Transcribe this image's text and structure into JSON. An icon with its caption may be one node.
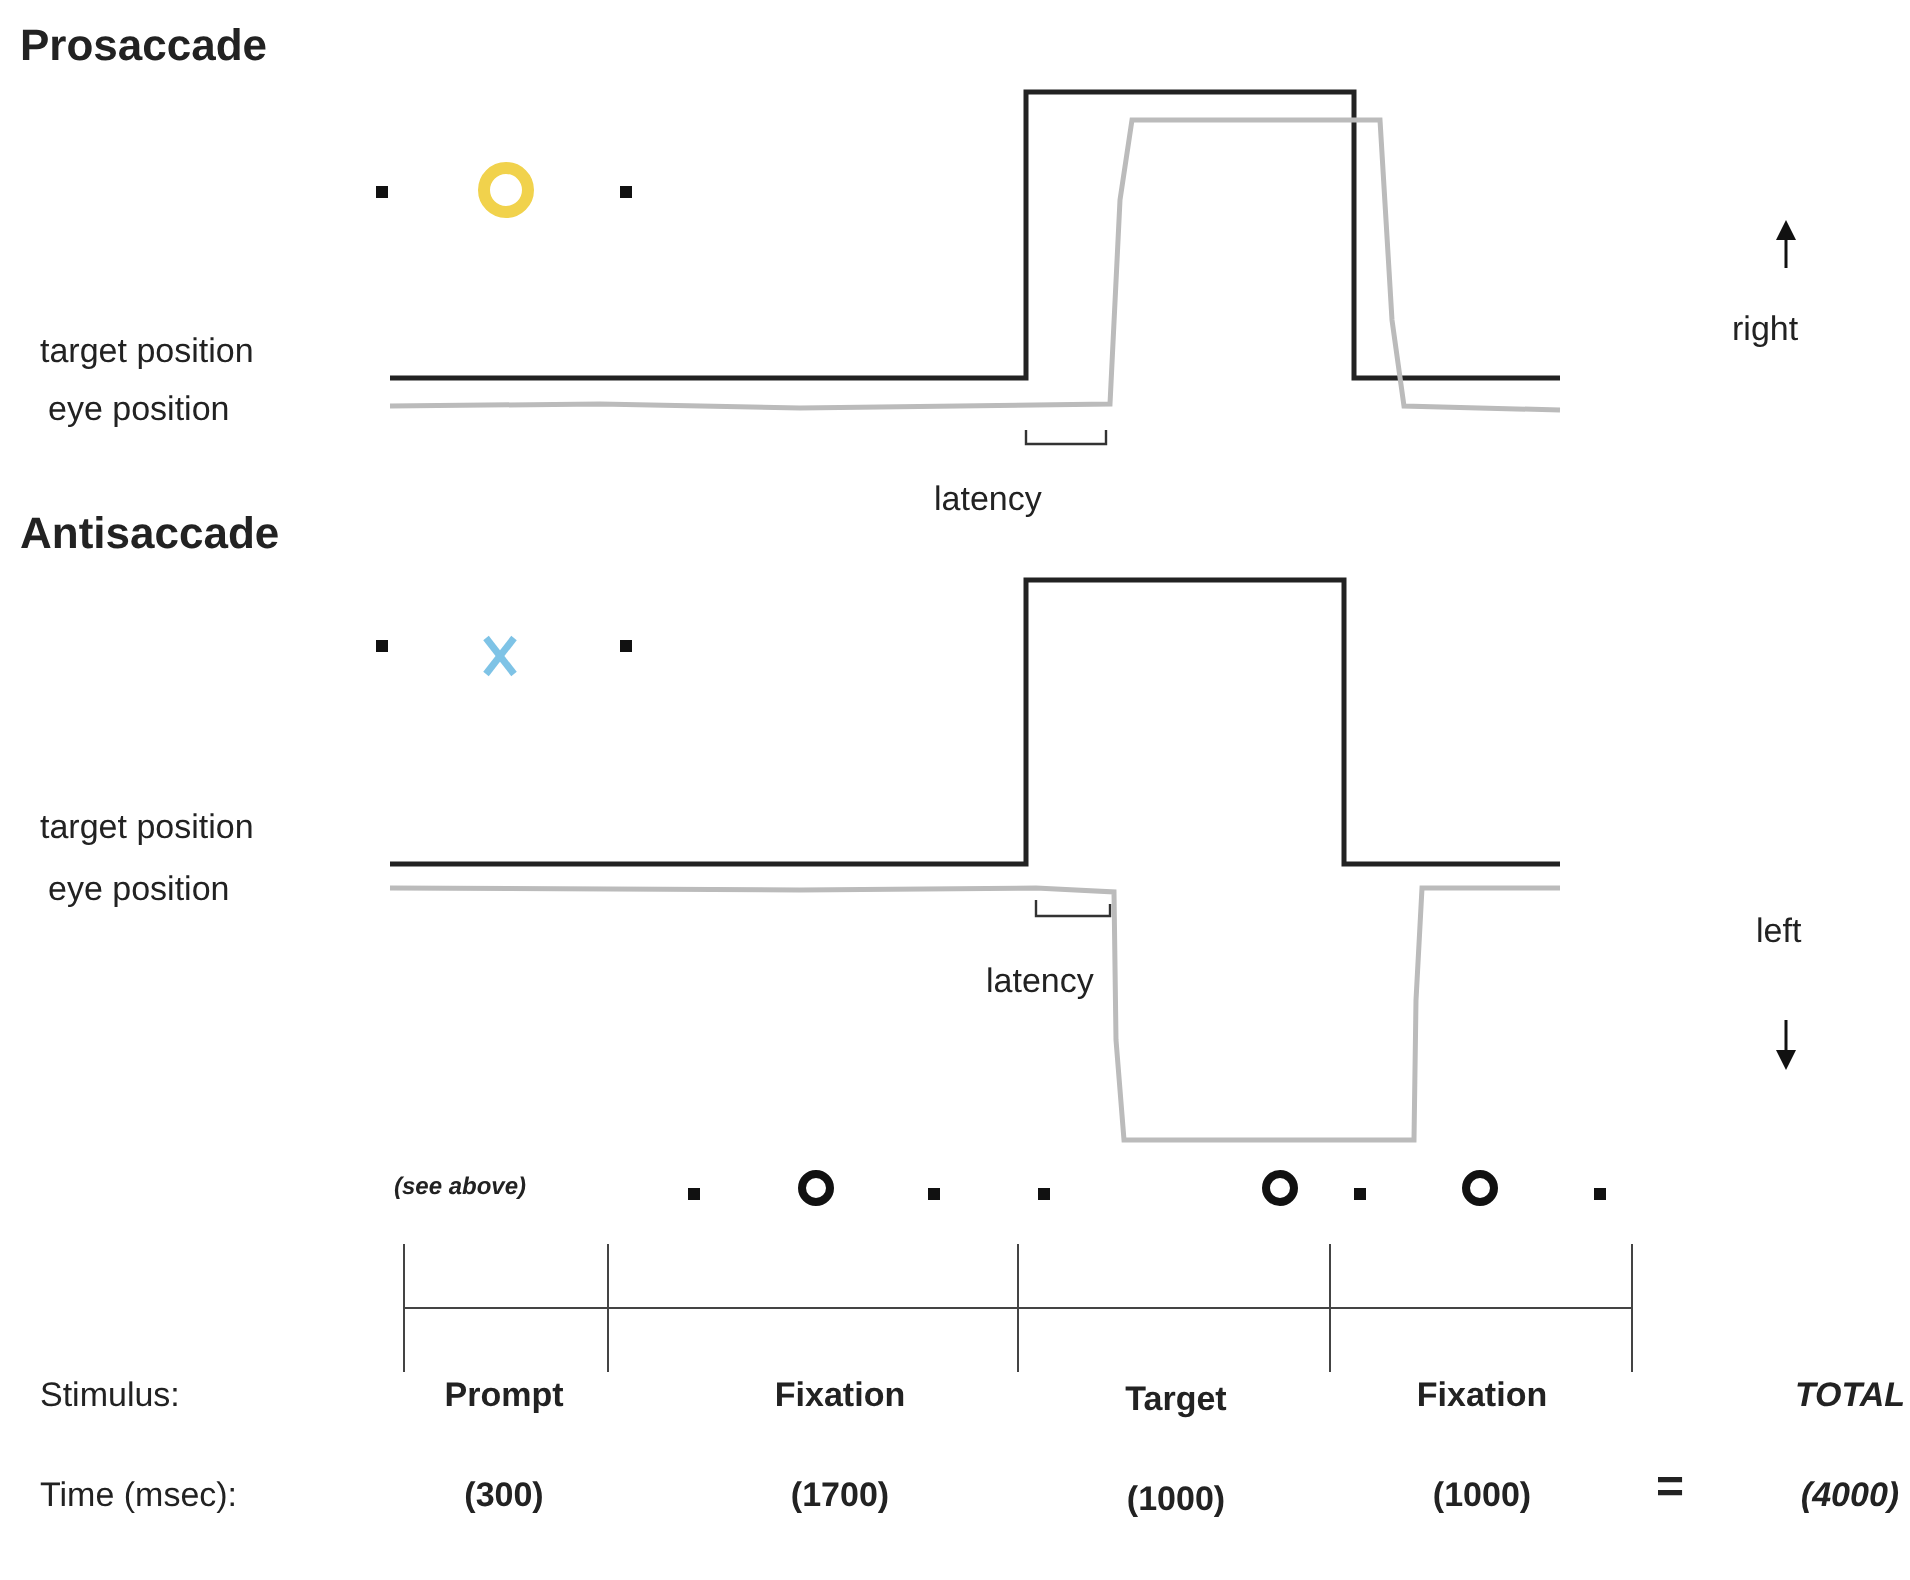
{
  "diagram": {
    "labels": [
      "Prosaccade",
      "target position",
      "eye position",
      "right",
      "latency",
      "Antisaccade",
      "target position",
      "eye position",
      "left",
      "latency",
      "(see above)",
      "Stimulus:",
      "Prompt",
      "Fixation",
      "Target",
      "Fixation",
      "TOTAL",
      "Time (msec):",
      "(300)",
      "(1700)",
      "(1000)",
      "(1000)",
      "=",
      "(4000)"
    ]
  }
}
